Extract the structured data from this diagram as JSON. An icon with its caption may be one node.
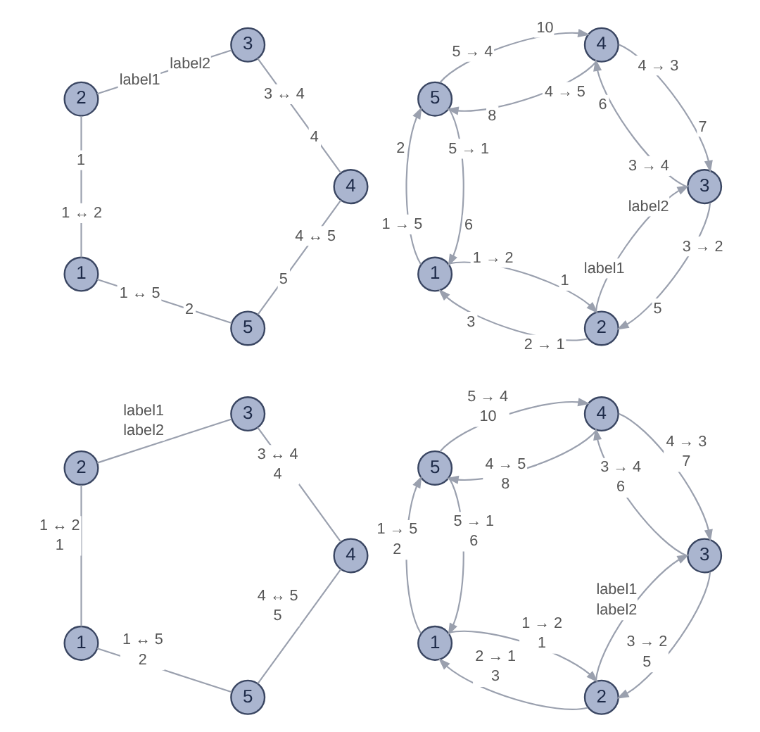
{
  "diagram": {
    "nodes": [
      {
        "text": [
          "5"
        ]
      },
      {
        "text": [
          "1"
        ]
      },
      {
        "text": [
          "4"
        ]
      },
      {
        "text": [
          "2"
        ]
      },
      {
        "text": [
          "3"
        ]
      },
      {
        "text": [
          "2"
        ]
      },
      {
        "text": [
          "1"
        ]
      },
      {
        "text": [
          "3"
        ]
      },
      {
        "text": [
          "5"
        ]
      },
      {
        "text": [
          "4"
        ]
      },
      {
        "text": [
          "5"
        ]
      },
      {
        "text": [
          "1"
        ]
      },
      {
        "text": [
          "4"
        ]
      },
      {
        "text": [
          "2"
        ]
      },
      {
        "text": [
          "3"
        ]
      },
      {
        "text": [
          "2"
        ]
      },
      {
        "text": [
          "1"
        ]
      },
      {
        "text": [
          "3"
        ]
      },
      {
        "text": [
          "5"
        ]
      },
      {
        "text": [
          "4"
        ]
      }
    ],
    "edges": [
      {
        "from": 1,
        "to": 3,
        "arrow": "none",
        "label": [
          "1 ↔ 2",
          "1"
        ]
      },
      {
        "from": 3,
        "to": 4,
        "arrow": "none",
        "label": [
          "label1",
          "label2"
        ]
      },
      {
        "from": 4,
        "to": 2,
        "arrow": "none",
        "label": [
          "3 ↔ 4",
          "4"
        ]
      },
      {
        "from": 2,
        "to": 0,
        "arrow": "none",
        "label": [
          "4 ↔ 5",
          "5"
        ]
      },
      {
        "from": 1,
        "to": 0,
        "arrow": "none",
        "label": [
          "1 ↔ 5",
          "2"
        ]
      },
      {
        "from": 6,
        "to": 5,
        "arrow": "to",
        "label": [
          "1 → 2",
          "1"
        ]
      },
      {
        "from": 6,
        "to": 8,
        "arrow": "to",
        "label": [
          "1 → 5",
          "2"
        ]
      },
      {
        "from": 5,
        "to": 6,
        "arrow": "to",
        "label": [
          "2 → 1",
          "3"
        ]
      },
      {
        "from": 5,
        "to": 7,
        "arrow": "to",
        "label": [
          "label1",
          "label2"
        ]
      },
      {
        "from": 7,
        "to": 5,
        "arrow": "to",
        "label": [
          "3 → 2",
          "5"
        ]
      },
      {
        "from": 7,
        "to": 9,
        "arrow": "to",
        "label": [
          "3 → 4",
          "6"
        ]
      },
      {
        "from": 9,
        "to": 7,
        "arrow": "to",
        "label": [
          "4 → 3",
          "7"
        ]
      },
      {
        "from": 9,
        "to": 8,
        "arrow": "to",
        "label": [
          "4 → 5",
          "8"
        ]
      },
      {
        "from": 8,
        "to": 6,
        "arrow": "to",
        "label": [
          "5 → 1",
          "6"
        ]
      },
      {
        "from": 8,
        "to": 9,
        "arrow": "to",
        "label": [
          "5 → 4",
          "10"
        ]
      },
      {
        "from": 11,
        "to": 13,
        "arrow": "none",
        "label": [
          "1 ↔ 2",
          "1"
        ]
      },
      {
        "from": 13,
        "to": 14,
        "arrow": "none",
        "label": [
          "label1",
          "label2"
        ]
      },
      {
        "from": 14,
        "to": 12,
        "arrow": "none",
        "label": [
          "3 ↔ 4",
          "4"
        ]
      },
      {
        "from": 12,
        "to": 10,
        "arrow": "none",
        "label": [
          "4 ↔ 5",
          "5"
        ]
      },
      {
        "from": 11,
        "to": 10,
        "arrow": "none",
        "label": [
          "1 ↔ 5",
          "2"
        ]
      },
      {
        "from": 16,
        "to": 15,
        "arrow": "to",
        "label": [
          "1 → 2",
          "1"
        ]
      },
      {
        "from": 16,
        "to": 18,
        "arrow": "to",
        "label": [
          "1 → 5",
          "2"
        ]
      },
      {
        "from": 15,
        "to": 16,
        "arrow": "to",
        "label": [
          "2 → 1",
          "3"
        ]
      },
      {
        "from": 15,
        "to": 17,
        "arrow": "to",
        "label": [
          "label1",
          "label2"
        ]
      },
      {
        "from": 17,
        "to": 15,
        "arrow": "to",
        "label": [
          "3 → 2",
          "5"
        ]
      },
      {
        "from": 17,
        "to": 19,
        "arrow": "to",
        "label": [
          "3 → 4",
          "6"
        ]
      },
      {
        "from": 19,
        "to": 17,
        "arrow": "to",
        "label": [
          "4 → 3",
          "7"
        ]
      },
      {
        "from": 19,
        "to": 18,
        "arrow": "to",
        "label": [
          "4 → 5",
          "8"
        ]
      },
      {
        "from": 18,
        "to": 16,
        "arrow": "to",
        "label": [
          "5 → 1",
          "6"
        ]
      },
      {
        "from": 18,
        "to": 19,
        "arrow": "to",
        "label": [
          "5 → 4",
          "10"
        ]
      }
    ]
  }
}
